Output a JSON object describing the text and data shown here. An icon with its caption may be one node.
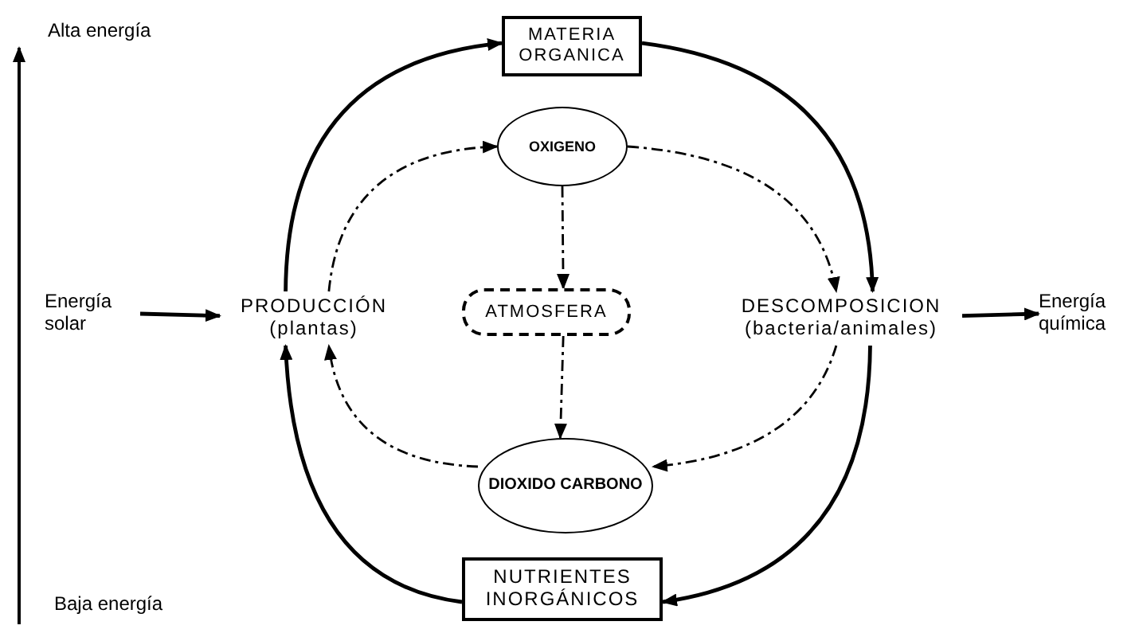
{
  "diagram": {
    "nodes": [
      {
        "text": [
          "MATERIA ORGANICA"
        ]
      },
      {
        "text": [
          "OXIGENO"
        ]
      },
      {
        "text": [
          "Energía solar"
        ]
      },
      {
        "text": [
          "PRODUCCIÓN",
          "(plantas)"
        ]
      },
      {
        "text": [
          "ATMOSFERA"
        ]
      },
      {
        "text": [
          "DESCOMPOSICION",
          "(bacteria/animales)"
        ]
      },
      {
        "text": [
          "Energía química"
        ]
      },
      {
        "text": [
          "DIOXIDO CARBONO"
        ]
      },
      {
        "text": [
          "NUTRIENTES INORGÁNICOS"
        ]
      }
    ],
    "edges": [
      {
        "from": 3,
        "to": 0,
        "arrow": "to"
      },
      {
        "from": 0,
        "to": 5,
        "arrow": "to"
      },
      {
        "from": 5,
        "to": 8,
        "arrow": "to"
      },
      {
        "from": 8,
        "to": 3,
        "arrow": "to"
      },
      {
        "from": 2,
        "to": 3,
        "arrow": "to"
      },
      {
        "from": 5,
        "to": 6,
        "arrow": "to"
      },
      {
        "from": 3,
        "to": 1,
        "arrow": "to",
        "style": "dashed"
      },
      {
        "from": 1,
        "to": 5,
        "arrow": "to",
        "style": "dashed"
      },
      {
        "from": 5,
        "to": 7,
        "arrow": "to",
        "style": "dashed"
      },
      {
        "from": 7,
        "to": 3,
        "arrow": "to",
        "style": "dashed"
      },
      {
        "from": 1,
        "to": 4,
        "arrow": "to",
        "style": "dashed"
      },
      {
        "from": 4,
        "to": 7,
        "arrow": "to",
        "style": "dashed"
      }
    ],
    "labels": [
      "Alta energía",
      "Baja energía"
    ]
  }
}
